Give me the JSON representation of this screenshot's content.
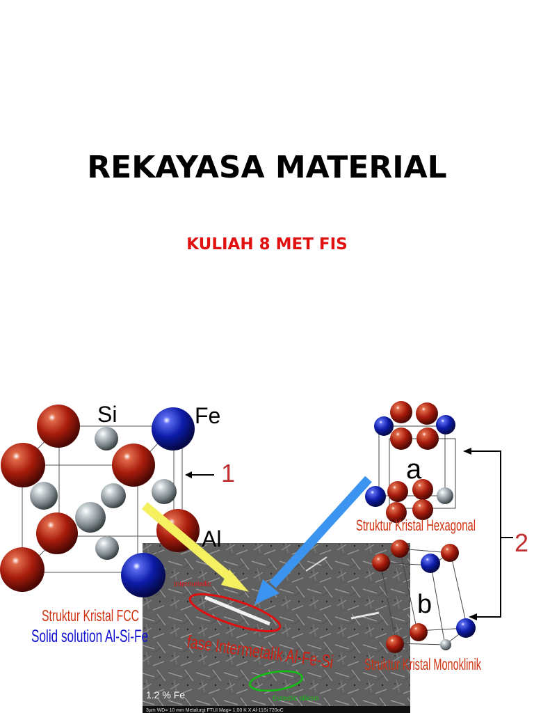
{
  "slide": {
    "title": "REKAYASA MATERIAL",
    "subtitle": "KULIAH 8 MET FIS"
  },
  "fcc": {
    "label_si": "Si",
    "label_fe": "Fe",
    "label_al": "Al",
    "marker": "1",
    "caption1": "Struktur Kristal FCC",
    "caption2": "Solid solution Al-Si-Fe"
  },
  "hex": {
    "letter": "a",
    "caption": "Struktur Kristal Hexagonal",
    "marker": "2"
  },
  "mono": {
    "letter": "b",
    "caption": "Struktur Kristal Monoklinik"
  },
  "sem": {
    "phase_label": "fase Intermetalik Al-Fe-Si",
    "small_red": "Intermetallic",
    "green_label": "Eutectic silicon",
    "composition": "1.2 % Fe",
    "footer": "3µm    WD= 10 mm   Metalurgi FTUI   Mag= 1.00 K X   Al-11Si 720oC"
  },
  "colors": {
    "title": "#000000",
    "subtitle": "#e01010",
    "red_atom": "#a81c0c",
    "blue_atom": "#0c1ca8",
    "grey_atom": "#8a9498",
    "yellow_arrow": "#f4f060",
    "blue_arrow": "#3a94f0",
    "caption_red": "#d03010",
    "caption_blue": "#1010d0"
  }
}
